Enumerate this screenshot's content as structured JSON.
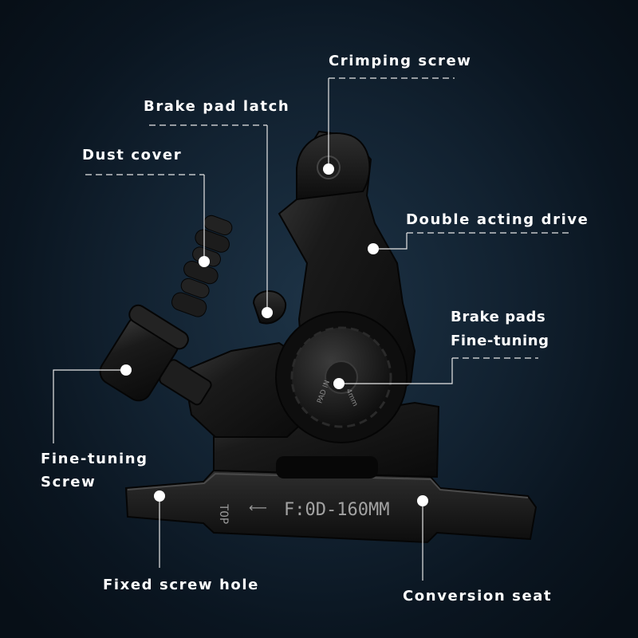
{
  "labels": {
    "crimping_screw": "Crimping screw",
    "brake_pad_latch": "Brake pad latch",
    "dust_cover": "Dust cover",
    "double_acting_drive": "Double acting drive",
    "brake_pads_line1": "Brake pads",
    "brake_pads_line2": "Fine-tuning",
    "fine_tuning_line1": "Fine-tuning",
    "fine_tuning_line2": "Screw",
    "fixed_screw_hole": "Fixed screw hole",
    "conversion_seat": "Conversion seat"
  },
  "engraving": {
    "top": "TOP",
    "model": "F:0D-160MM",
    "dial_text": "PAD IN",
    "dial_size": "4mm"
  },
  "colors": {
    "background": "#0b1621",
    "metal": "#141414",
    "highlight": "#3c3c3c",
    "callout_line": "#e6e6e6",
    "dot": "#ffffff"
  }
}
